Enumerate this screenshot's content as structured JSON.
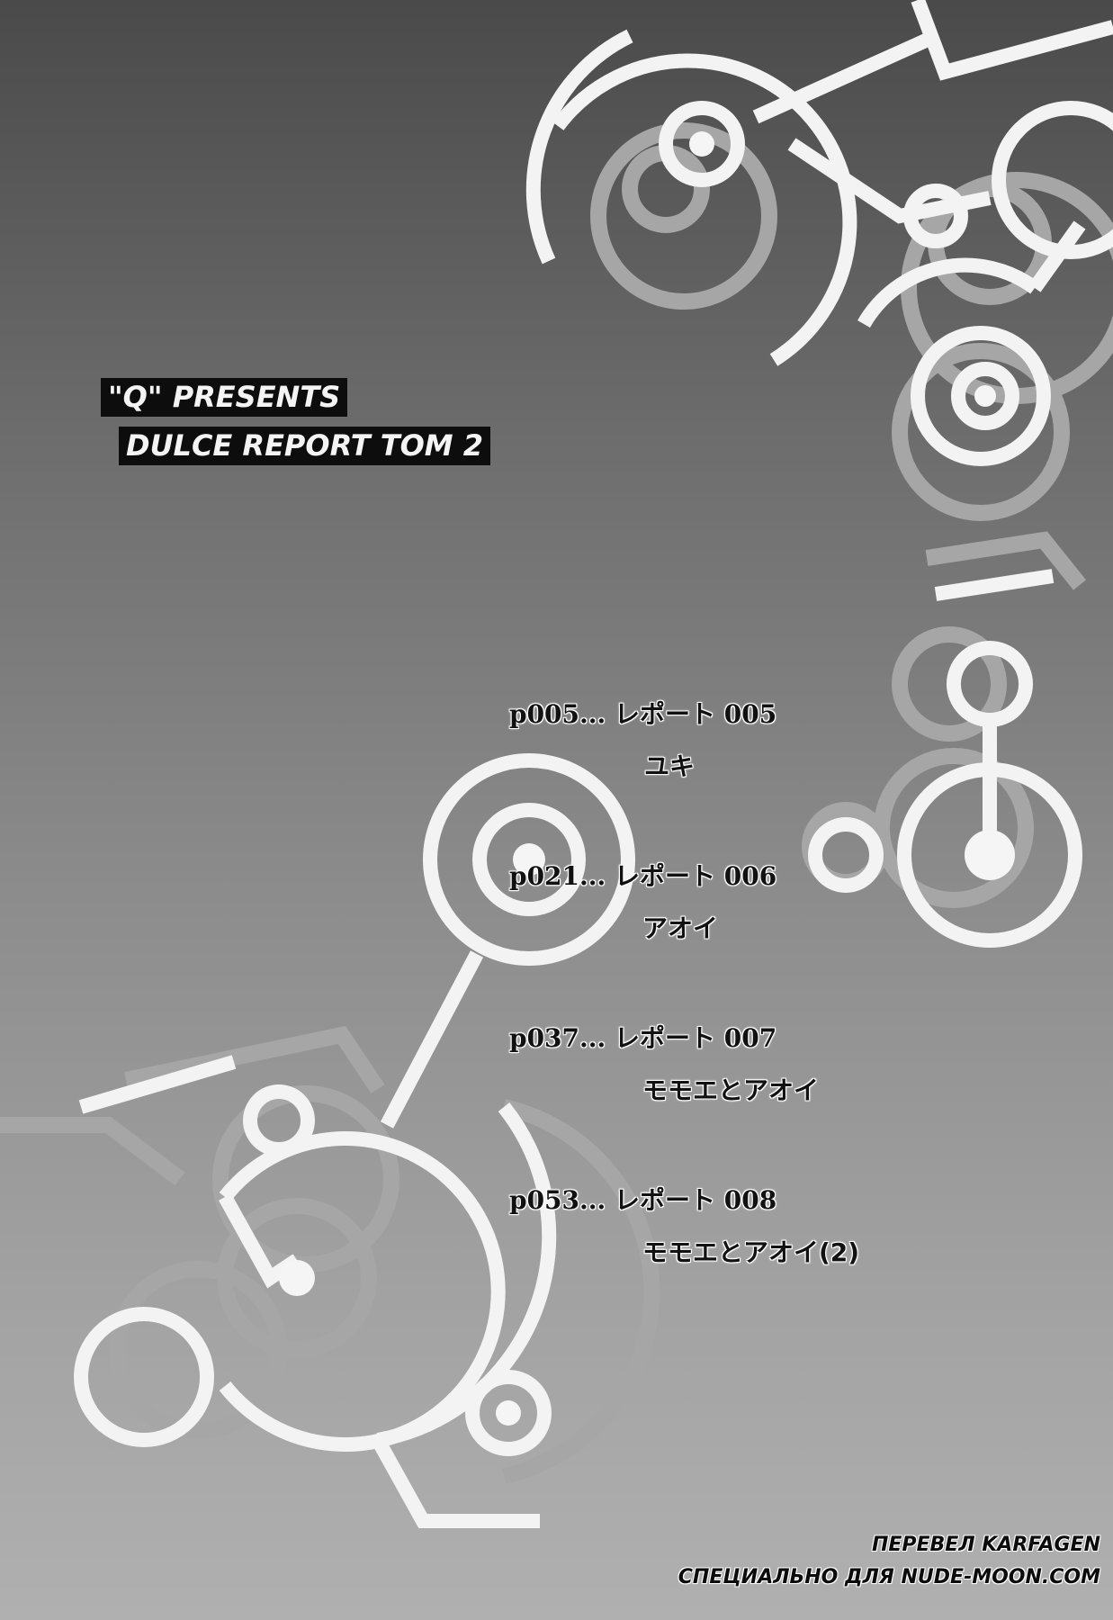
{
  "title": {
    "line1": "\"Q\" PRESENTS",
    "line2": "DULCE REPORT  TOM 2"
  },
  "contents": [
    {
      "page_line": "p005... レポート 005",
      "subtitle": "ユキ"
    },
    {
      "page_line": "p021... レポート 006",
      "subtitle": "アオイ"
    },
    {
      "page_line": "p037... レポート 007",
      "subtitle": "モモエとアオイ"
    },
    {
      "page_line": "p053... レポート 008",
      "subtitle": "モモエとアオイ(2)"
    }
  ],
  "credits": {
    "line1": "ПЕРЕВЕЛ KARFAGEN",
    "line2": "СПЕЦИАЛЬНО ДЛЯ NUDE-MOON.COM"
  },
  "colors": {
    "background_dark": "#4a4a4a",
    "background_light": "#b0b0b0",
    "ring_white": "#f2f2f2",
    "ring_gray": "#a8a8a8",
    "title_bg": "#0d0d0d"
  }
}
